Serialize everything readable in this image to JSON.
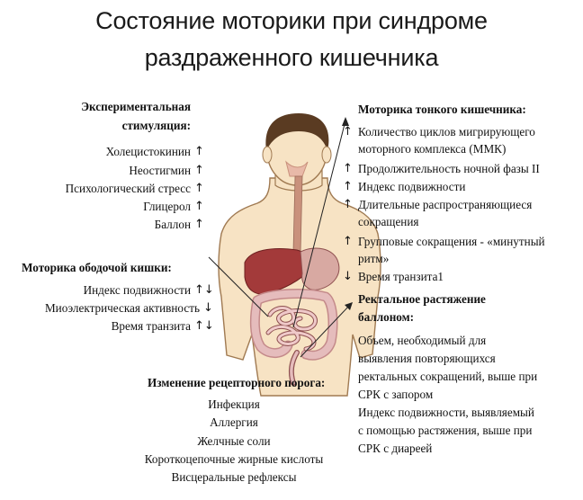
{
  "title": {
    "line1": "Состояние моторики при синдроме",
    "line2": "раздраженного кишечника"
  },
  "experimental": {
    "heading1": "Экспериментальная",
    "heading2": "стимуляция:",
    "items": [
      {
        "label": "Холецистокинин",
        "arrow": "↑"
      },
      {
        "label": "Неостигмин",
        "arrow": "↑"
      },
      {
        "label": "Психологический стресс",
        "arrow": "↑"
      },
      {
        "label": "Глицерол",
        "arrow": "↑"
      },
      {
        "label": "Баллон",
        "arrow": "↑"
      }
    ]
  },
  "colon": {
    "heading": "Моторика ободочой кишки:",
    "items": [
      {
        "label": "Индекс подвижности",
        "arrow": "↑↓"
      },
      {
        "label": "Миоэлектрическая активность",
        "arrow": "↓"
      },
      {
        "label": "Время транзита",
        "arrow": "↑↓"
      }
    ]
  },
  "threshold": {
    "heading": "Изменение рецепторного порога:",
    "items": [
      "Инфекция",
      "Аллергия",
      "Желчные соли",
      "Короткоцепочные жирные кислоты",
      "Висцеральные рефлексы"
    ]
  },
  "small_intestine": {
    "heading": "Моторика тонкого кишечника:",
    "items": [
      {
        "arrow": "↑",
        "line1": "Количество циклов мигрирующего",
        "line2": "моторного комплекса (ММК)"
      },
      {
        "arrow": "↑",
        "line1": "Продолжительность ночной фазы II",
        "line2": ""
      },
      {
        "arrow": "↑",
        "line1": "Индекс подвижности",
        "line2": ""
      },
      {
        "arrow": "↑",
        "line1": "Длительные распространяющиеся",
        "line2": "сокращения"
      },
      {
        "arrow": "↑",
        "line1": "Групповые сокращения - «минутный",
        "line2": "ритм»"
      },
      {
        "arrow": "↓",
        "line1": "Время транзита1",
        "line2": ""
      }
    ]
  },
  "rectal": {
    "heading1": "Ректальное растяжение",
    "heading2": "баллоном:",
    "lines": [
      "Объем, необходимый для",
      "выявления повторяющихся",
      "ректальных сокращений, выше при",
      "СРК с запором",
      "Индекс подвижности, выявляемый",
      "с помощью растяжения, выше при",
      "СРК с диареей"
    ]
  },
  "colors": {
    "skin": "#f7e3c4",
    "skin_outline": "#a07a52",
    "hair": "#5a3b22",
    "liver": "#a33a3a",
    "stomach": "#d8a9a2",
    "intestine": "#e5bcbc",
    "intestine_outline": "#8e5050",
    "esophagus": "#c9917c",
    "pointer": "#222222"
  }
}
